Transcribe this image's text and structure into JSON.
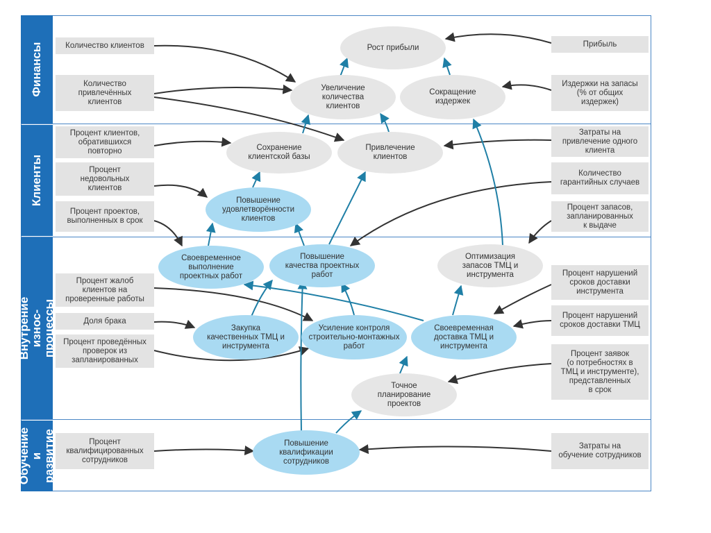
{
  "perspectives": {
    "finance": "Финансы",
    "customers": "Клиенты",
    "internal": "Внутрение\nизнос-процессы",
    "learning": "Обучение\nи развитие"
  },
  "metrics": {
    "m_clients_count": "Количество клиентов",
    "m_attracted_clients": "Количество\nпривлечённых\nклиентов",
    "m_profit": "Прибыль",
    "m_inventory_costs": "Издержки на запасы\n(% от общих\nиздержек)",
    "m_repeat_clients": "Процент клиентов,\nобратившихся\nповторно",
    "m_unhappy_clients": "Процент\nнедовольных\nклиентов",
    "m_projects_on_time": "Процент проектов,\nвыполненных в срок",
    "m_attract_cost": "Затраты на\nпривлечение одного\nклиента",
    "m_warranty_cases": "Количество\nгарантийных случаев",
    "m_stock_planned": "Процент запасов,\nзапланированных\nк выдаче",
    "m_complaints": "Процент жалоб\nклиентов на\nпроверенные работы",
    "m_defect_share": "Доля брака",
    "m_inspections": "Процент проведённых\nпроверок из\nзапланированных",
    "m_tools_delivery_delay": "Процент нарушений\nсроков доставки\nинструмента",
    "m_tmc_delivery_delay": "Процент нарушений\nсроков доставки ТМЦ",
    "m_requests_on_time": "Процент заявок\n(о потребностях в\nТМЦ и инструменте),\nпредставленных\nв срок",
    "m_qualified_staff": "Процент\nквалифицированных\nсотрудников",
    "m_training_costs": "Затраты на\nобучение сотрудников"
  },
  "goals": {
    "g_profit_growth": "Рост прибыли",
    "g_more_clients": "Увеличение\nколичества\nклиентов",
    "g_cost_reduction": "Сокращение\nиздержек",
    "g_retention": "Сохранение\nклиентской базы",
    "g_attraction": "Привлечение\nклиентов",
    "g_satisfaction": "Повышение\nудовлетворённости\nклиентов",
    "g_timely_execution": "Своевременное\nвыполнение\nпроектных работ",
    "g_quality": "Повышение\nкачества проектных\nработ",
    "g_stock_optimization": "Оптимизация\nзапасов ТМЦ и\nинструмента",
    "g_purchasing": "Закупка\nкачественных ТМЦ и\nинструмента",
    "g_control": "Усиление контроля\nстроительно-монтажных\nработ",
    "g_timely_delivery": "Своевременная\nдоставка ТМЦ и\nинструмента",
    "g_planning": "Точное\nпланирование\nпроектов",
    "g_staff_skills": "Повышение\nквалификации\nсотрудников"
  },
  "colors": {
    "band": "#1e6fb8",
    "metric_box": "#e3e3e3",
    "goal_gray": "#e6e6e6",
    "goal_blue": "#a9daf2",
    "arrow_dark": "#333333",
    "arrow_teal": "#1f7fa6"
  }
}
